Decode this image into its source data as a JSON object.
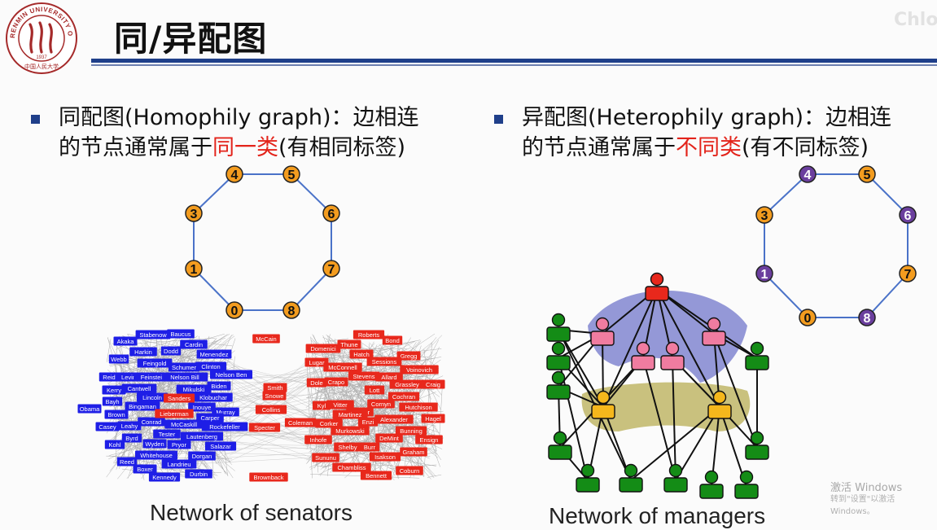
{
  "header": {
    "title": "同/异配图",
    "logo_text": "RENMIN UNIVERSITY OF CHINA",
    "logo_year": "1937",
    "logo_chinese": "中国人民大学",
    "watermark": "Chlo"
  },
  "left": {
    "line1": "同配图(Homophily graph)：边相连",
    "line2_before": "的节点通常属于",
    "line2_highlight": "同一类",
    "line2_after": "(有相同标签)",
    "caption": "Network of senators"
  },
  "right": {
    "line1": "异配图(Heterophily graph)：边相连",
    "line2_before": "的节点通常属于",
    "line2_highlight": "不同类",
    "line2_after": "(有不同标签)",
    "caption": "Network of managers"
  },
  "graph_left": {
    "nodes": [
      {
        "label": "4",
        "color": "#f39c1f"
      },
      {
        "label": "5",
        "color": "#f39c1f"
      },
      {
        "label": "6",
        "color": "#f39c1f"
      },
      {
        "label": "7",
        "color": "#f39c1f"
      },
      {
        "label": "8",
        "color": "#f39c1f"
      },
      {
        "label": "0",
        "color": "#f39c1f"
      },
      {
        "label": "1",
        "color": "#f39c1f"
      },
      {
        "label": "3",
        "color": "#f39c1f"
      }
    ]
  },
  "graph_right": {
    "nodes": [
      {
        "label": "4",
        "color": "#6b3f9e"
      },
      {
        "label": "5",
        "color": "#f39c1f"
      },
      {
        "label": "6",
        "color": "#6b3f9e"
      },
      {
        "label": "7",
        "color": "#f39c1f"
      },
      {
        "label": "8",
        "color": "#6b3f9e"
      },
      {
        "label": "0",
        "color": "#f39c1f"
      },
      {
        "label": "1",
        "color": "#6b3f9e"
      },
      {
        "label": "3",
        "color": "#f39c1f"
      }
    ]
  },
  "senators": {
    "blue": [
      "Baucus",
      "Akaka",
      "Stabenow",
      "Cardin",
      "Harkin",
      "Dodd",
      "Menendez",
      "Webb",
      "Feingold",
      "Clinton",
      "Schumer",
      "Nelson Ben",
      "Reid",
      "Levin",
      "Feinstein",
      "Nelson Bill",
      "Biden",
      "Kerry",
      "Cantwell",
      "Mikulski",
      "Bayh",
      "Lincoln",
      "Klobuchar",
      "Obama",
      "Bingaman",
      "Inouye",
      "Murray",
      "Brown",
      "Carper",
      "Casey",
      "Leahy",
      "Conrad",
      "McCaskill",
      "Rockefeller",
      "Kohl",
      "Byrd",
      "Tester",
      "Lautenberg",
      "Wyden",
      "Pryor",
      "Salazar",
      "Reed",
      "Whitehouse",
      "Dorgan",
      "Boxer",
      "Landrieu",
      "Kennedy",
      "Durbin"
    ],
    "blue_red": [
      "Sanders",
      "Lieberman"
    ],
    "red": [
      "Roberts",
      "McCain",
      "Bond",
      "Thune",
      "Domenici",
      "Gregg",
      "Hatch",
      "Lugar",
      "Sessions",
      "McConnell",
      "Voinovich",
      "Stevens",
      "Allard",
      "Dole",
      "Grassley",
      "Smith",
      "Craig",
      "Lott",
      "Kyl",
      "Cochran",
      "Snowe",
      "Vitter",
      "Cornyn",
      "Collins",
      "Hutchison",
      "Warner",
      "Martinez",
      "Coleman",
      "Corker",
      "Enzi",
      "Alexander",
      "Hagel",
      "Specter",
      "Murkowski",
      "DeMint",
      "Inhofe",
      "Crapo",
      "Bunning",
      "Ensign",
      "Shelby",
      "Burr",
      "Graham",
      "Sununu",
      "Isakson",
      "Chambliss",
      "Coburn",
      "Bennett",
      "Brownback"
    ]
  },
  "windows": {
    "activate": "激活 Windows",
    "hint": "转到\"设置\"以激活 Windows。"
  }
}
